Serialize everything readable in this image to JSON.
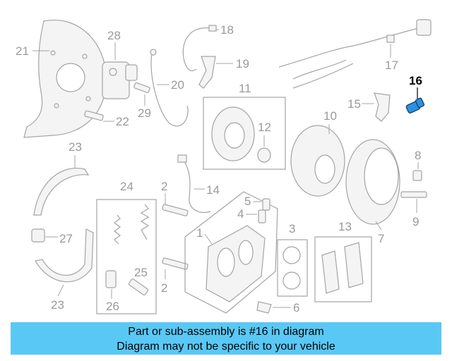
{
  "labels": {
    "p1": "1",
    "p2a": "2",
    "p2b": "2",
    "p3": "3",
    "p4": "4",
    "p5": "5",
    "p6": "6",
    "p7": "7",
    "p8": "8",
    "p9": "9",
    "p10": "10",
    "p11": "11",
    "p12": "12",
    "p13": "13",
    "p14": "14",
    "p15": "15",
    "p16": "16",
    "p17": "17",
    "p18": "18",
    "p19": "19",
    "p20": "20",
    "p21": "21",
    "p22": "22",
    "p23a": "23",
    "p23b": "23",
    "p24": "24",
    "p25": "25",
    "p26": "26",
    "p27": "27",
    "p28": "28",
    "p29": "29"
  },
  "highlight": {
    "color": "#2f8fe0"
  },
  "banner": {
    "line1": "Part or sub-assembly is #16 in diagram",
    "line2": "Diagram may not be specific to your vehicle",
    "color": "#5ac8f5"
  }
}
